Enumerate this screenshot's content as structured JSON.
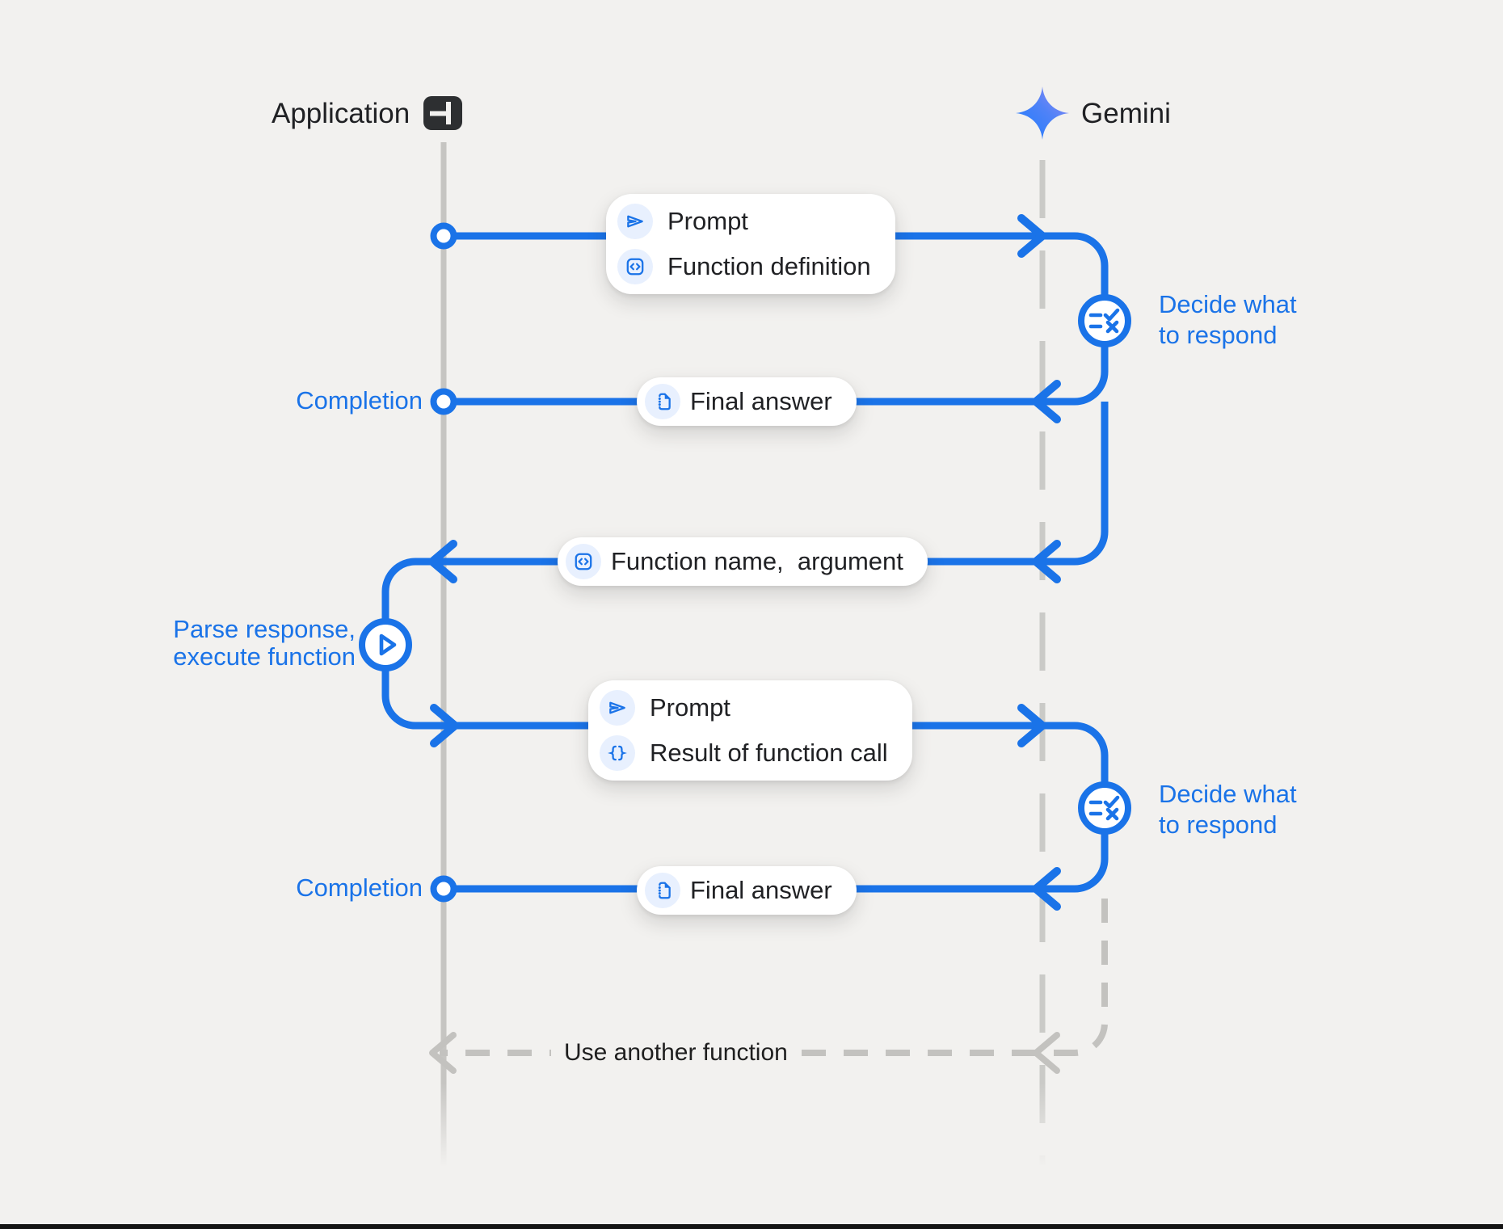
{
  "palette": {
    "background": "#f2f1ef",
    "accent_blue": "#1a73e8",
    "chip_blue": "#e8f0fe",
    "text_dark": "#202124",
    "lifeline_gray": "#c6c5c2",
    "dashed_gray": "#c3c2bf",
    "footer_bar": "#141414"
  },
  "actors": {
    "application": {
      "label": "Application",
      "icon": "app-window-icon"
    },
    "gemini": {
      "label": "Gemini",
      "icon": "gemini-spark-icon"
    }
  },
  "pills": {
    "prompt_function_definition": {
      "rows": [
        {
          "icon": "send-icon",
          "label": "Prompt"
        },
        {
          "icon": "code-box-icon",
          "label": "Function definition"
        }
      ]
    },
    "final_answer_1": {
      "icon": "document-icon",
      "label": "Final answer"
    },
    "function_name_argument": {
      "icon": "code-box-icon",
      "label": "Function name,  argument"
    },
    "prompt_result": {
      "rows": [
        {
          "icon": "send-icon",
          "label": "Prompt"
        },
        {
          "icon": "braces-icon",
          "label": "Result of function call"
        }
      ]
    },
    "final_answer_2": {
      "icon": "document-icon",
      "label": "Final answer"
    }
  },
  "annotations": {
    "decide_1": {
      "line1": "Decide what",
      "line2": "to respond"
    },
    "decide_2": {
      "line1": "Decide what",
      "line2": "to respond"
    },
    "completion_1": "Completion",
    "completion_2": "Completion",
    "parse": {
      "line1": "Parse response,",
      "line2": "execute function"
    },
    "loop": "Use another function"
  }
}
